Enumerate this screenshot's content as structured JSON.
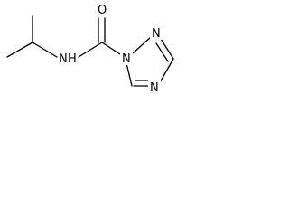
{
  "molecule": {
    "atoms": {
      "amide_n": {
        "label": "N",
        "suffix": "H"
      },
      "carbonyl_o": {
        "label": "O"
      },
      "ring_n1": {
        "label": "N"
      },
      "ring_n2": {
        "label": "N"
      },
      "ring_n4": {
        "label": "N"
      }
    }
  }
}
